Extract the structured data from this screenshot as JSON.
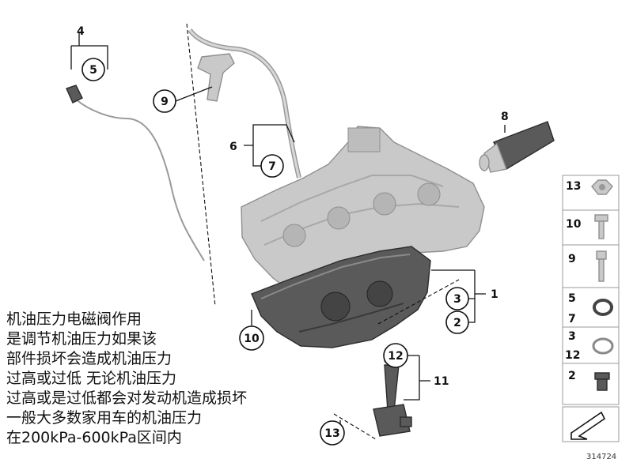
{
  "callouts": {
    "c1": "1",
    "c2": "2",
    "c3": "3",
    "c4": "4",
    "c5": "5",
    "c6": "6",
    "c7": "7",
    "c8": "8",
    "c9": "9",
    "c10": "10",
    "c11": "11",
    "c12": "12",
    "c13": "13"
  },
  "legend": {
    "r1": "13",
    "r2": "10",
    "r3": "9",
    "r4a": "5",
    "r4b": "7",
    "r5a": "3",
    "r5b": "12",
    "r6": "2"
  },
  "figure_number": "314724",
  "note_lines": [
    "机油压力电磁阀作用",
    "是调节机油压力如果该",
    "部件损坏会造成机油压力",
    "过高或过低 无论机油压力",
    "过高或是过低都会对发动机造成损坏",
    "一般大多数家用车的机油压力",
    "在200kPa-600kPa区间内"
  ]
}
